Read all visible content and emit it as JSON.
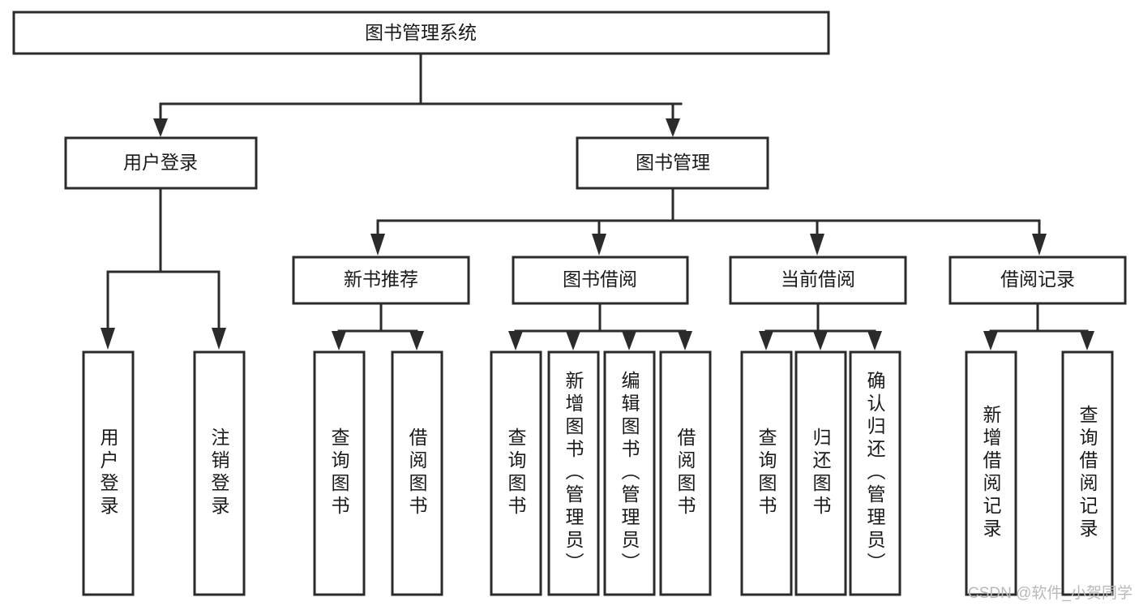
{
  "diagram": {
    "type": "tree-hierarchy",
    "title": "图书管理系统",
    "watermark": "CSDN @软件_小贺同学",
    "colors": {
      "stroke": "#2b2b2b",
      "fill": "#ffffff",
      "text": "#1a1a1a",
      "watermark": "#b9b9b9"
    },
    "root": {
      "label": "图书管理系统",
      "level": 0
    },
    "level1": [
      {
        "label": "用户登录"
      },
      {
        "label": "图书管理"
      }
    ],
    "level2": [
      {
        "label": "新书推荐"
      },
      {
        "label": "图书借阅"
      },
      {
        "label": "当前借阅"
      },
      {
        "label": "借阅记录"
      }
    ],
    "leaves": {
      "user_login": [
        {
          "label": "用户登录"
        },
        {
          "label": "注销登录"
        }
      ],
      "new_book_recommend": [
        {
          "label": "查询图书"
        },
        {
          "label": "借阅图书"
        }
      ],
      "book_borrow": [
        {
          "label": "查询图书"
        },
        {
          "label": "新增图书（管理员）"
        },
        {
          "label": "编辑图书（管理员）"
        },
        {
          "label": "借阅图书"
        }
      ],
      "current_borrow": [
        {
          "label": "查询图书"
        },
        {
          "label": "归还图书"
        },
        {
          "label": "确认归还（管理员）"
        }
      ],
      "borrow_record": [
        {
          "label": "新增借阅记录"
        },
        {
          "label": "查询借阅记录"
        }
      ]
    }
  }
}
